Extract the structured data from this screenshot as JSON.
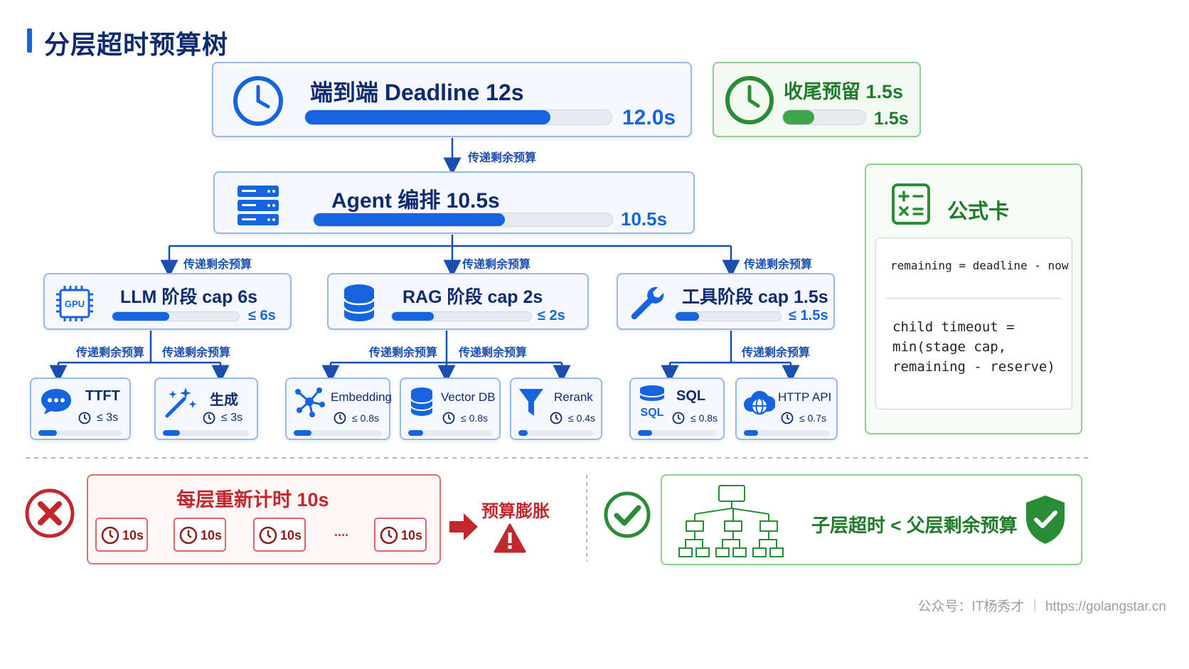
{
  "title": "分层超时预算树",
  "root": {
    "label": "端到端 Deadline 12s",
    "value": "12.0s",
    "fill": 0.8
  },
  "reserve": {
    "label": "收尾预留 1.5s",
    "value": "1.5s",
    "fill": 0.38
  },
  "agent": {
    "label": "Agent 编排 10.5s",
    "value": "10.5s",
    "fill": 0.64
  },
  "edge_label": "传递剩余预算",
  "stages": [
    {
      "label": "LLM 阶段 cap 6s",
      "value": "≤ 6s",
      "fill": 0.45,
      "icon": "gpu-chip-icon",
      "icon_text": "GPU"
    },
    {
      "label": "RAG 阶段 cap 2s",
      "value": "≤ 2s",
      "fill": 0.3,
      "icon": "database-icon"
    },
    {
      "label": "工具阶段 cap 1.5s",
      "value": "≤ 1.5s",
      "fill": 0.22,
      "icon": "wrench-icon"
    }
  ],
  "leaves": [
    {
      "label": "TTFT",
      "value": "≤ 3s",
      "fill": 0.22,
      "icon": "chat-bubble-icon"
    },
    {
      "label": "生成",
      "value": "≤ 3s",
      "fill": 0.2,
      "icon": "magic-wand-icon"
    },
    {
      "label": "Embedding",
      "value": "≤ 0.8s",
      "fill": 0.2,
      "icon": "network-nodes-icon"
    },
    {
      "label": "Vector DB",
      "value": "≤ 0.8s",
      "fill": 0.18,
      "icon": "database-icon"
    },
    {
      "label": "Rerank",
      "value": "≤ 0.4s",
      "fill": 0.12,
      "icon": "funnel-icon"
    },
    {
      "label": "SQL",
      "value": "≤ 0.8s",
      "fill": 0.18,
      "icon": "sql-database-icon",
      "icon_text": "SQL"
    },
    {
      "label": "HTTP API",
      "value": "≤ 0.7s",
      "fill": 0.17,
      "icon": "cloud-globe-icon"
    }
  ],
  "formula": {
    "title": "公式卡",
    "line1": "remaining = deadline - now",
    "line2": "child timeout =",
    "line3": "min(stage cap,",
    "line4": "remaining - reserve)"
  },
  "bad": {
    "title": "每层重新计时 10s",
    "timer": "10s",
    "ellipsis": "....",
    "result": "预算膨胀"
  },
  "good": {
    "text": "子层超时 < 父层剩余预算"
  },
  "footer": "公众号：IT杨秀才  ｜  https://golangstar.cn",
  "colors": {
    "primary": "#1664df",
    "green": "#3da64a",
    "red": "#c0282d",
    "navy": "#0d2b6e"
  }
}
